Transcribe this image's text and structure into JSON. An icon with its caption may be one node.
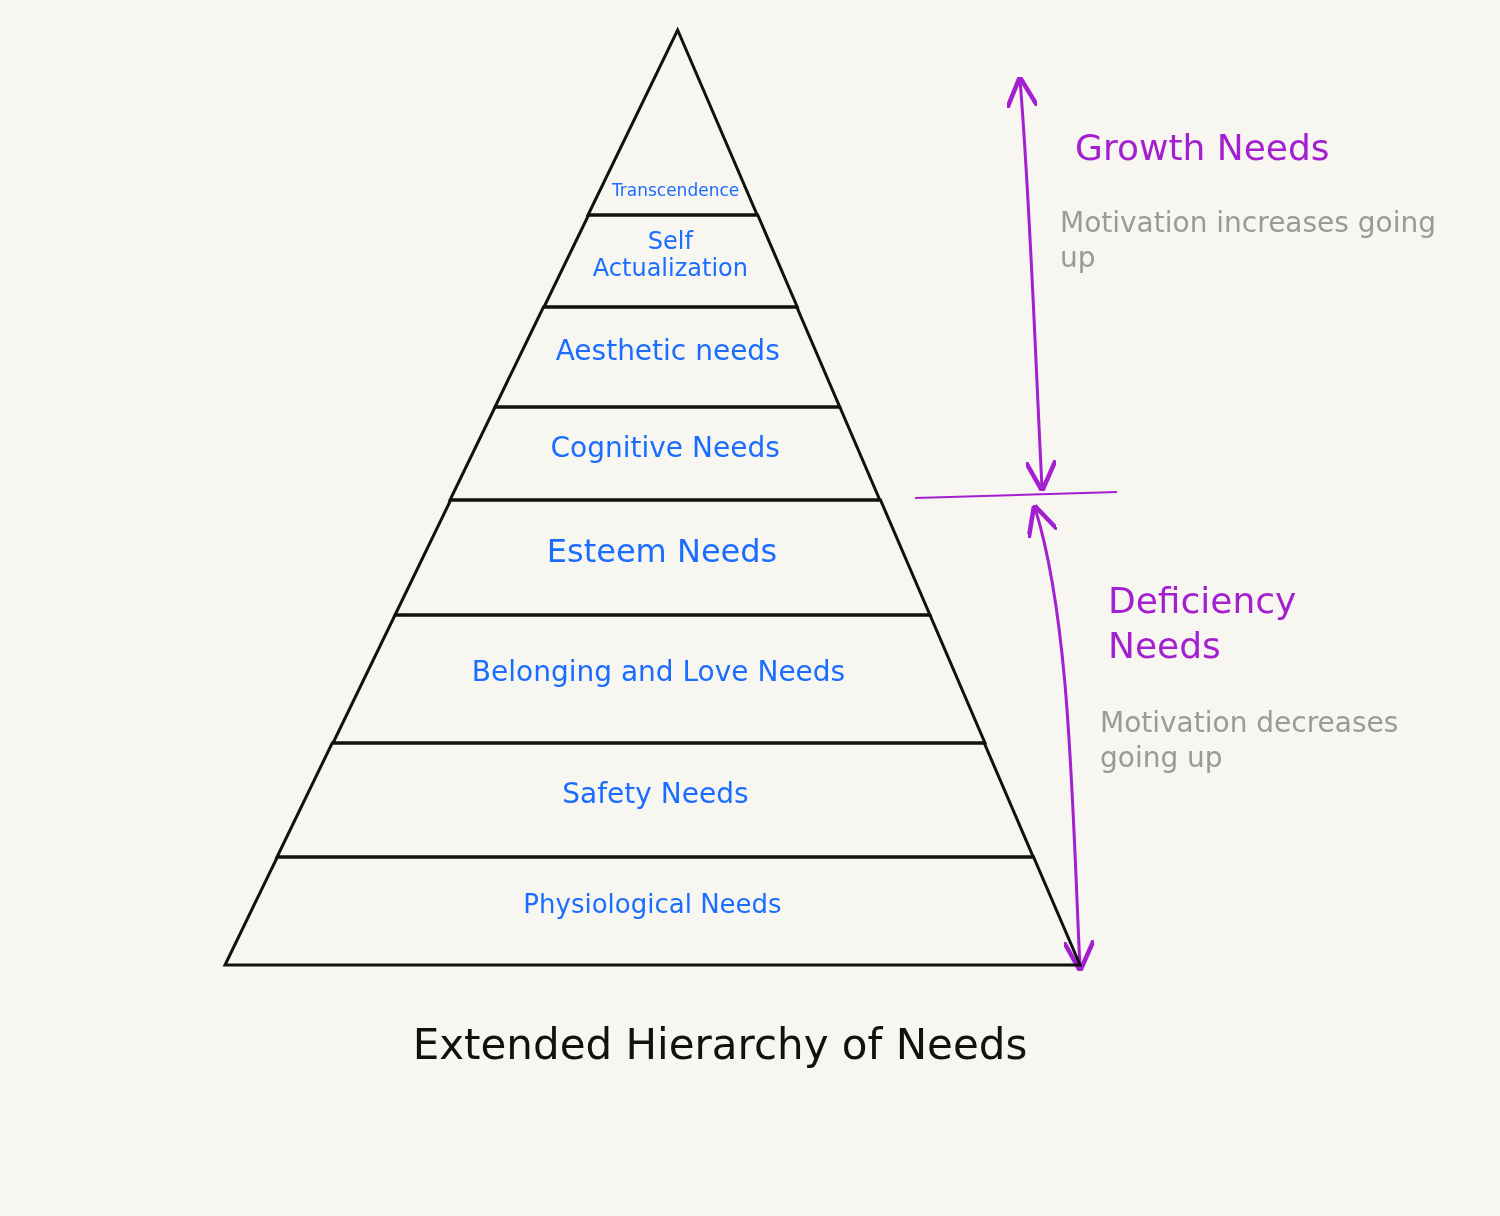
{
  "diagram": {
    "title": "Extended Hierarchy of Needs",
    "nodes": [
      {
        "text": [
          "Transcendence"
        ]
      },
      {
        "text": [
          "Self Actualization"
        ]
      },
      {
        "text": [
          "Aesthetic needs"
        ]
      },
      {
        "text": [
          "Cognitive Needs"
        ]
      },
      {
        "text": [
          "Esteem Needs"
        ]
      },
      {
        "text": [
          "Belonging and Love Needs"
        ]
      },
      {
        "text": [
          "Safety Needs"
        ]
      },
      {
        "text": [
          "Physiological Needs"
        ]
      }
    ],
    "labels": [
      "Growth Needs",
      "Motivation increases going up",
      "Deficiency Needs",
      "Motivation decreases going up"
    ]
  }
}
